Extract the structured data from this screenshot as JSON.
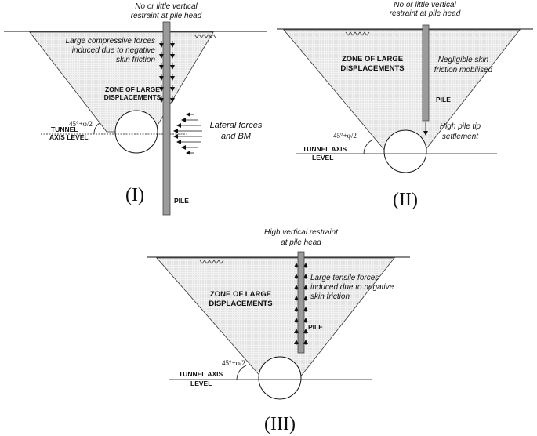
{
  "panel_1": {
    "roman": "(I)",
    "head_note_line1": "No or little vertical",
    "head_note_line2": "restraint at pile head",
    "force_note_line1": "Large compressive forces",
    "force_note_line2": "induced due to negative",
    "force_note_line3": "skin friction",
    "zone_line1": "ZONE OF LARGE",
    "zone_line2": "DISPLACEMENTS",
    "angle": "45°+φ/2",
    "tunnel_line1": "TUNNEL",
    "tunnel_line2": "AXIS LEVEL",
    "lateral_line1": "Lateral forces",
    "lateral_line2": "and BM",
    "pile_label": "PILE"
  },
  "panel_2": {
    "roman": "(II)",
    "head_note_line1": "No or little vertical",
    "head_note_line2": "restraint at pile head",
    "zone_line1": "ZONE OF LARGE",
    "zone_line2": "DISPLACEMENTS",
    "skin_line1": "Negligible skin",
    "skin_line2": "friction mobilised",
    "pile_label": "PILE",
    "tip_line1": "High pile tip",
    "tip_line2": "settlement",
    "angle": "45°+φ/2",
    "tunnel_line1": "TUNNEL AXIS",
    "tunnel_line2": "LEVEL"
  },
  "panel_3": {
    "roman": "(III)",
    "head_note_line1": "High vertical restraint",
    "head_note_line2": "at pile head",
    "force_note_line1": "Large tensile forces",
    "force_note_line2": "induced due to negative",
    "force_note_line3": "skin friction",
    "zone_line1": "ZONE OF LARGE",
    "zone_line2": "DISPLACEMENTS",
    "pile_label": "PILE",
    "angle": "45°+φ/2",
    "tunnel_line1": "TUNNEL AXIS",
    "tunnel_line2": "LEVEL"
  }
}
